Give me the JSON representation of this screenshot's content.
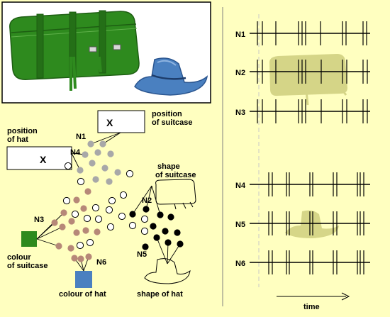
{
  "labels": {
    "position_of_suitcase": [
      "position",
      "of suitcase"
    ],
    "position_of_hat": [
      "position",
      "of hat"
    ],
    "shape_of_suitcase": [
      "shape",
      "of suitcase"
    ],
    "colour_of_suitcase": [
      "colour",
      "of suitcase"
    ],
    "colour_of_hat": "colour of hat",
    "shape_of_hat": "shape of hat",
    "x_mark": "X",
    "time": "time"
  },
  "neurons": {
    "n1": "N1",
    "n2": "N2",
    "n3": "N3",
    "n4": "N4",
    "n5": "N5",
    "n6": "N6"
  },
  "spike_rows": [
    {
      "name": "N1",
      "spikes": [
        363,
        370,
        389,
        421,
        426,
        431,
        452,
        483,
        488,
        512,
        517
      ]
    },
    {
      "name": "N2",
      "spikes": [
        363,
        370,
        389,
        421,
        426,
        431,
        453,
        483,
        489,
        512,
        518
      ]
    },
    {
      "name": "N3",
      "spikes": [
        363,
        370,
        389,
        421,
        426,
        431,
        453,
        483,
        489,
        512,
        518
      ]
    },
    {
      "name": "N4",
      "spikes": [
        379,
        384,
        404,
        408,
        437,
        441,
        470,
        475,
        504,
        508,
        513
      ]
    },
    {
      "name": "N5",
      "spikes": [
        379,
        384,
        404,
        408,
        437,
        441,
        470,
        475,
        504,
        508,
        513
      ]
    },
    {
      "name": "N6",
      "spikes": [
        379,
        384,
        404,
        408,
        437,
        441,
        470,
        475,
        504,
        508,
        513
      ]
    }
  ],
  "colors": {
    "background": "#ffffc0",
    "suitcase_green": "#2e8a1e",
    "hat_blue": "#4a80c0",
    "grey_neuron": "#a8a8a8",
    "brown_neuron": "#b68878",
    "black_neuron": "#000000"
  }
}
